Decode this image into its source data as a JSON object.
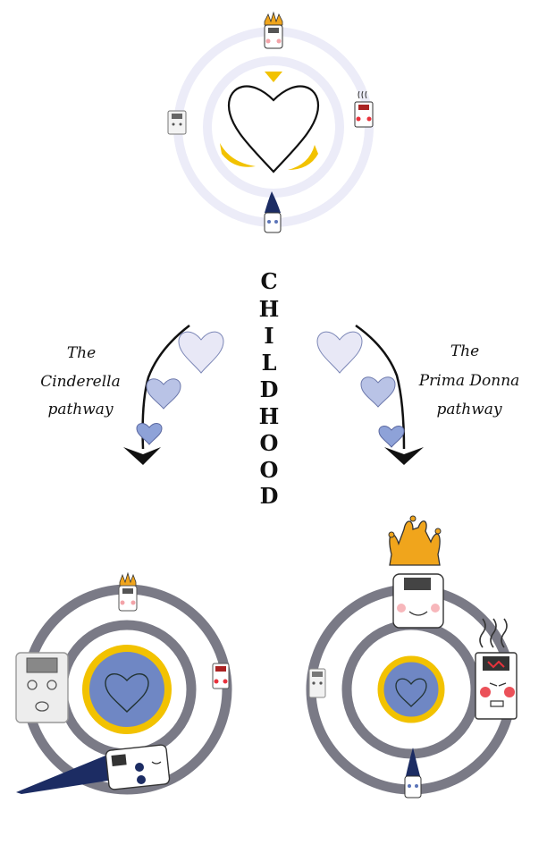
{
  "center_word": "CHILDHOOD",
  "left_pathway": {
    "lines": [
      "The",
      "Cinderella",
      "pathway"
    ]
  },
  "right_pathway": {
    "lines": [
      "The",
      "Prima Donna",
      "pathway"
    ]
  },
  "colors": {
    "ring_light": "#ececf8",
    "ring_grey": "#7a7a86",
    "gold": "#f2c200",
    "crown": "#f0a51c",
    "navy_hat": "#1c2c63",
    "core_blue": "#6f87c4",
    "heart_pale": "#e8e8f6",
    "heart_mid": "#b9c3e6",
    "heart_deep": "#8ea2d8",
    "blush": "#e8323c"
  },
  "icons": [
    "heart-icon",
    "crown-icon",
    "wizard-hat-icon",
    "steam-icon",
    "arrow-icon"
  ]
}
